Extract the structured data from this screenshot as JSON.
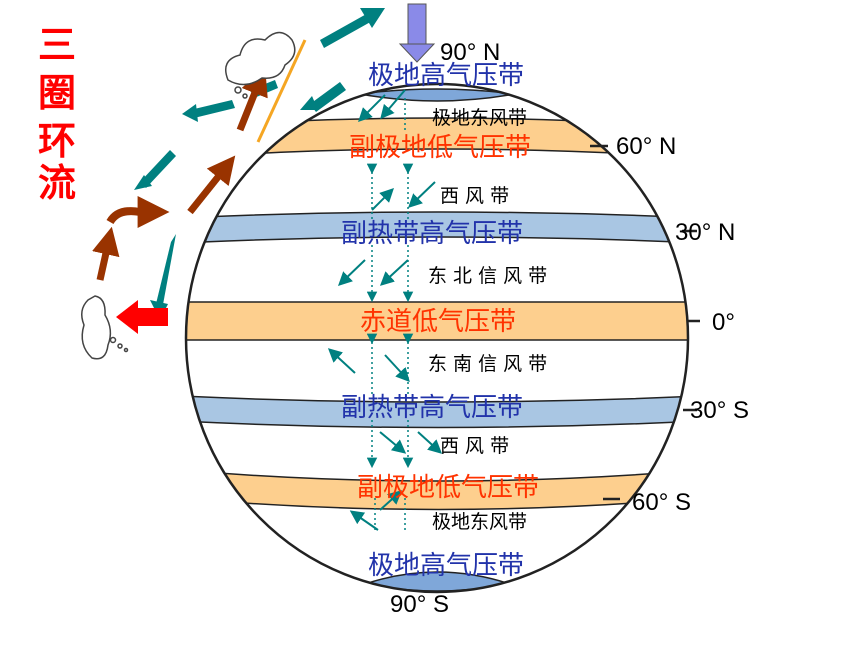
{
  "title": {
    "chars": [
      "三",
      "圈",
      "环",
      "流"
    ],
    "color": "#ff0000"
  },
  "colors": {
    "low_band": "#fdcf8e",
    "high_band": "#a9c6e3",
    "red_text": "#ff3300",
    "blue_text": "#2233aa",
    "wind_arrow": "#008080",
    "brown_arrow": "#993300",
    "orange_line": "#f5a623"
  },
  "pressure_belts": {
    "polar_high_north": "极地高气压带",
    "subpolar_low_north": "副极地低气压带",
    "subtropical_high_north": "副热带高气压带",
    "equatorial_low": "赤道低气压带",
    "subtropical_high_south": "副热带高气压带",
    "subpolar_low_south": "副极地低气压带",
    "polar_high_south": "极地高气压带"
  },
  "wind_belts": {
    "polar_easterlies_north": "极地东风带",
    "westerlies_north": "西 风 带",
    "ne_trades": "东 北 信 风 带",
    "se_trades": "东 南 信 风 带",
    "westerlies_south": "西 风 带",
    "polar_easterlies_south": "极地东风带"
  },
  "latitudes": {
    "n90": "90° N",
    "n60": "60° N",
    "n30": "30° N",
    "eq": "0°",
    "s30": "30° S",
    "s60": "60° S",
    "s90": "90° S"
  }
}
